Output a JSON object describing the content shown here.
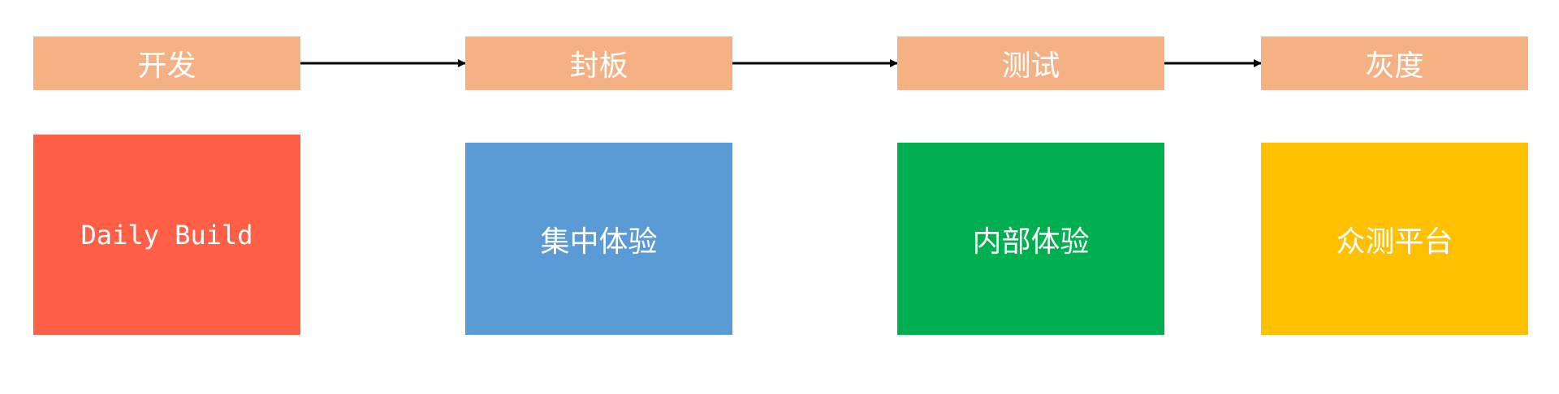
{
  "colors": {
    "header_bg": "#F4B183",
    "arrow": "#000000",
    "card1": "#FF5F46",
    "card2": "#5B9BD5",
    "card3": "#00B050",
    "card4": "#FFC000",
    "text": "#FFFFFF"
  },
  "stages": [
    {
      "label": "开发",
      "tool": "Daily Build"
    },
    {
      "label": "封板",
      "tool": "集中体验"
    },
    {
      "label": "测试",
      "tool": "内部体验"
    },
    {
      "label": "灰度",
      "tool": "众测平台"
    }
  ]
}
